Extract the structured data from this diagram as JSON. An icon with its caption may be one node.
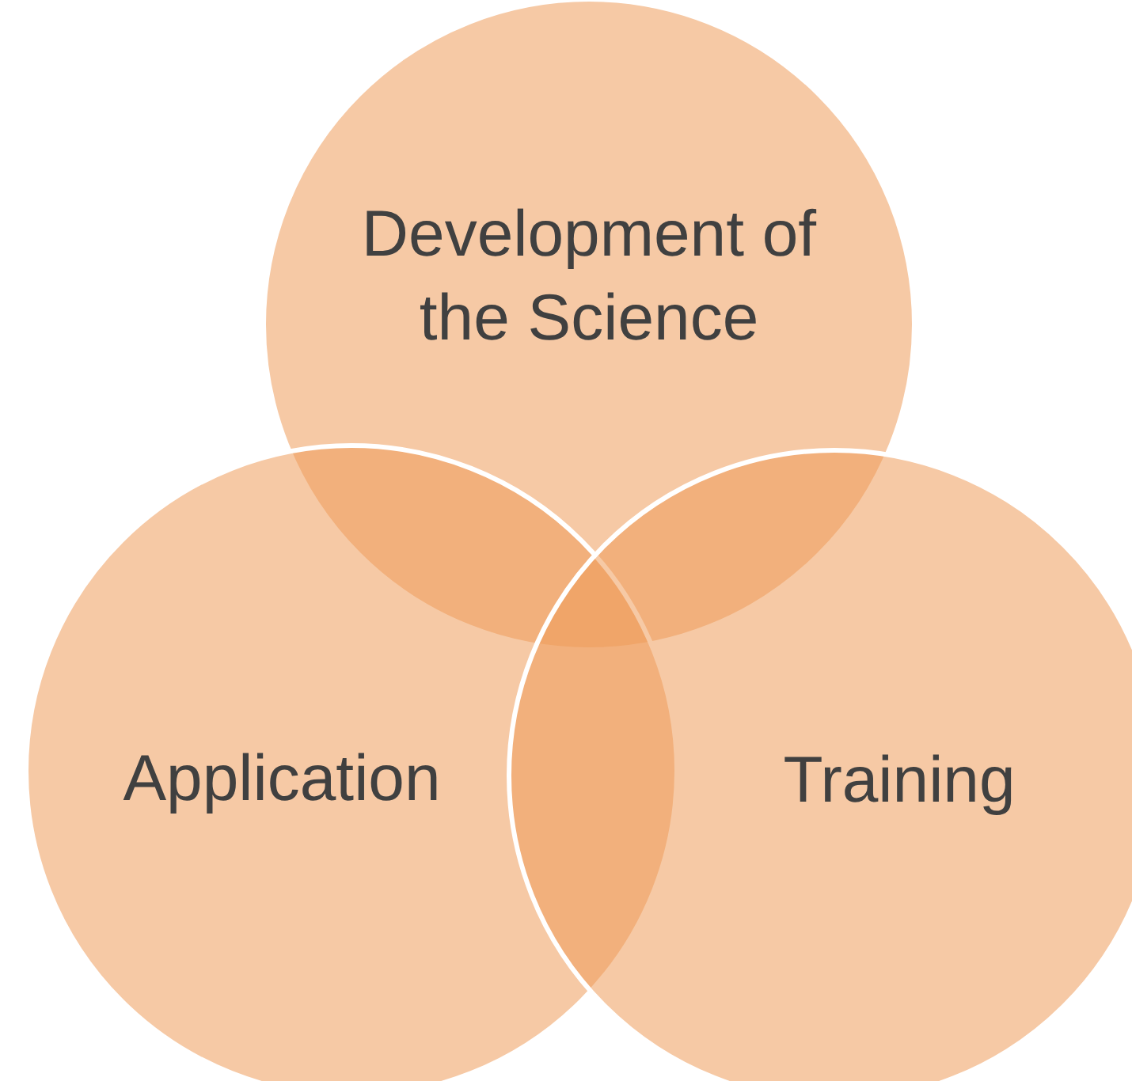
{
  "diagram": {
    "nodes": [
      {
        "text": [
          "Development of the Science"
        ]
      },
      {
        "text": [
          "Application"
        ]
      },
      {
        "text": [
          "Training"
        ]
      }
    ]
  }
}
